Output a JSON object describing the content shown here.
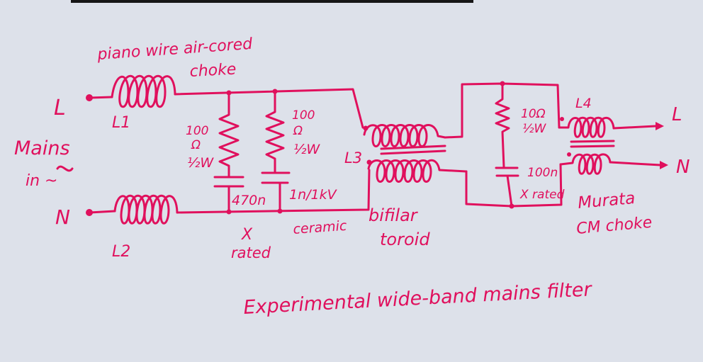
{
  "labels": {
    "piano_line1": "piano wire air-cored",
    "piano_line2": "choke",
    "in_L": "L",
    "in_N": "N",
    "mains_line1": "Mains",
    "mains_line2": "in ~",
    "L1": "L1",
    "L2": "L2",
    "L3": "L3",
    "L4": "L4",
    "r1_value1": "100",
    "r1_value2": "Ω",
    "r1_power": "½W",
    "r2_value1": "100",
    "r2_value2": "Ω",
    "r2_power": "½W",
    "c1_value": "470n",
    "c2_value": "1n/1kV",
    "x_rated_1a": "X",
    "x_rated_1b": "rated",
    "ceramic": "ceramic",
    "bifilar_1": "bifilar",
    "bifilar_2": "toroid",
    "r3_value": "10Ω",
    "r3_power": "½W",
    "c3_value": "100n",
    "x_rated_2": "X rated",
    "murata_1": "Murata",
    "murata_2": "CM choke",
    "out_L": "L",
    "out_N": "N",
    "title": "Experimental wide-band mains filter"
  },
  "colors": {
    "ink": "#e0105d",
    "paper": "#dde1ea",
    "top_bar": "#161616"
  }
}
